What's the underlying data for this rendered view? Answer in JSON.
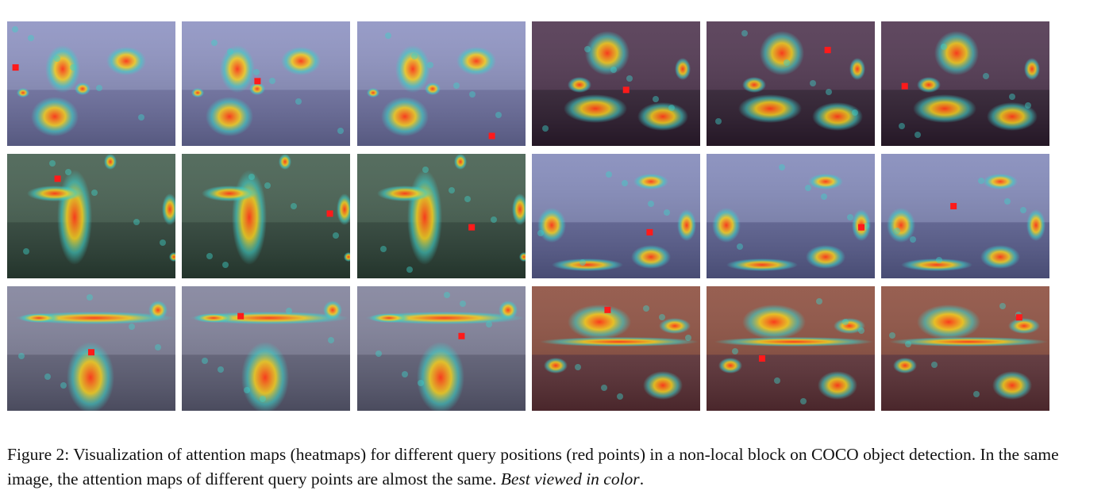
{
  "figure": {
    "rows": 3,
    "cols": 6,
    "tiles": [
      {
        "scene": "pitcher",
        "query": [
          0.05,
          0.37
        ],
        "palette": "lavender"
      },
      {
        "scene": "pitcher",
        "query": [
          0.45,
          0.48
        ],
        "palette": "lavender"
      },
      {
        "scene": "pitcher",
        "query": [
          0.8,
          0.92
        ],
        "palette": "lavender"
      },
      {
        "scene": "laptop-man",
        "query": [
          0.56,
          0.55
        ],
        "palette": "dark-purple"
      },
      {
        "scene": "laptop-man",
        "query": [
          0.72,
          0.23
        ],
        "palette": "dark-purple"
      },
      {
        "scene": "laptop-man",
        "query": [
          0.14,
          0.52
        ],
        "palette": "dark-purple"
      },
      {
        "scene": "batter",
        "query": [
          0.3,
          0.2
        ],
        "palette": "green"
      },
      {
        "scene": "batter",
        "query": [
          0.88,
          0.48
        ],
        "palette": "green"
      },
      {
        "scene": "batter",
        "query": [
          0.68,
          0.59
        ],
        "palette": "green"
      },
      {
        "scene": "bathroom",
        "query": [
          0.7,
          0.63
        ],
        "palette": "blue-gray"
      },
      {
        "scene": "bathroom",
        "query": [
          0.92,
          0.59
        ],
        "palette": "blue-gray"
      },
      {
        "scene": "bathroom",
        "query": [
          0.43,
          0.42
        ],
        "palette": "blue-gray"
      },
      {
        "scene": "hydrant",
        "query": [
          0.5,
          0.53
        ],
        "palette": "gray"
      },
      {
        "scene": "hydrant",
        "query": [
          0.35,
          0.24
        ],
        "palette": "gray"
      },
      {
        "scene": "hydrant",
        "query": [
          0.62,
          0.4
        ],
        "palette": "gray"
      },
      {
        "scene": "cat-couch",
        "query": [
          0.45,
          0.19
        ],
        "palette": "brown"
      },
      {
        "scene": "cat-couch",
        "query": [
          0.33,
          0.58
        ],
        "palette": "brown"
      },
      {
        "scene": "cat-couch",
        "query": [
          0.82,
          0.25
        ],
        "palette": "brown"
      }
    ],
    "colors": {
      "query_point": "#ff1a1a",
      "heat_hot": "#ff3b1a",
      "heat_warm": "#f5d020",
      "heat_cool": "#3fd0c8"
    }
  },
  "caption": {
    "text": "Figure 2: Visualization of attention maps (heatmaps) for different query positions (red points) in a non-local block on COCO object detection. In the same image, the attention maps of different query points are almost the same.",
    "emphasis": "Best viewed in color",
    "end": "."
  }
}
